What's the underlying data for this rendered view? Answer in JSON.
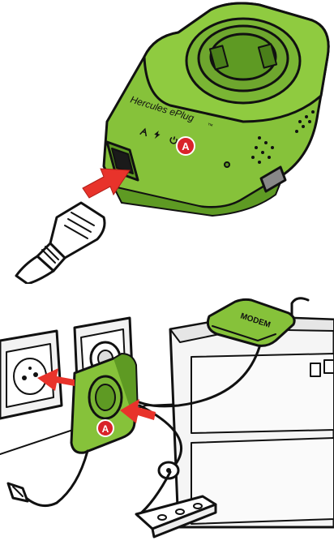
{
  "device": {
    "brand_label": "Hercules ePlug",
    "trademark": "™",
    "indicator_icons": [
      "network-icon",
      "lightning-icon",
      "power-icon"
    ]
  },
  "callouts": {
    "top": "A",
    "bottom": "A"
  },
  "modem": {
    "label": "MODEM"
  },
  "colors": {
    "device_green": "#86c23a",
    "device_green_dark": "#5e9a23",
    "arrow_red": "#e8332b",
    "callout_red": "#d9232a",
    "outline": "#111111",
    "furniture_gray": "#f2f2f2"
  }
}
